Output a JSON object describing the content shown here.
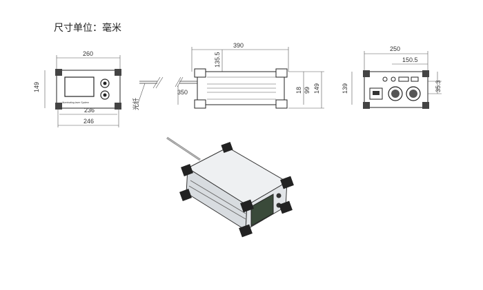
{
  "title": "尺寸单位：毫米",
  "front_view": {
    "width_top": "260",
    "height_left": "149",
    "width_inner": "236",
    "width_bottom": "246",
    "panel_text": "Illuminating laser System"
  },
  "side_view": {
    "length_top": "390",
    "offset_vertical": "135.5",
    "height_inner": "99",
    "height_right": "149",
    "fiber_length": "350",
    "fiber_label": "光纤",
    "small_label": "18"
  },
  "rear_view": {
    "width_top": "250",
    "offset_top": "150.5",
    "height_left": "139",
    "offset_right": "35.3"
  }
}
